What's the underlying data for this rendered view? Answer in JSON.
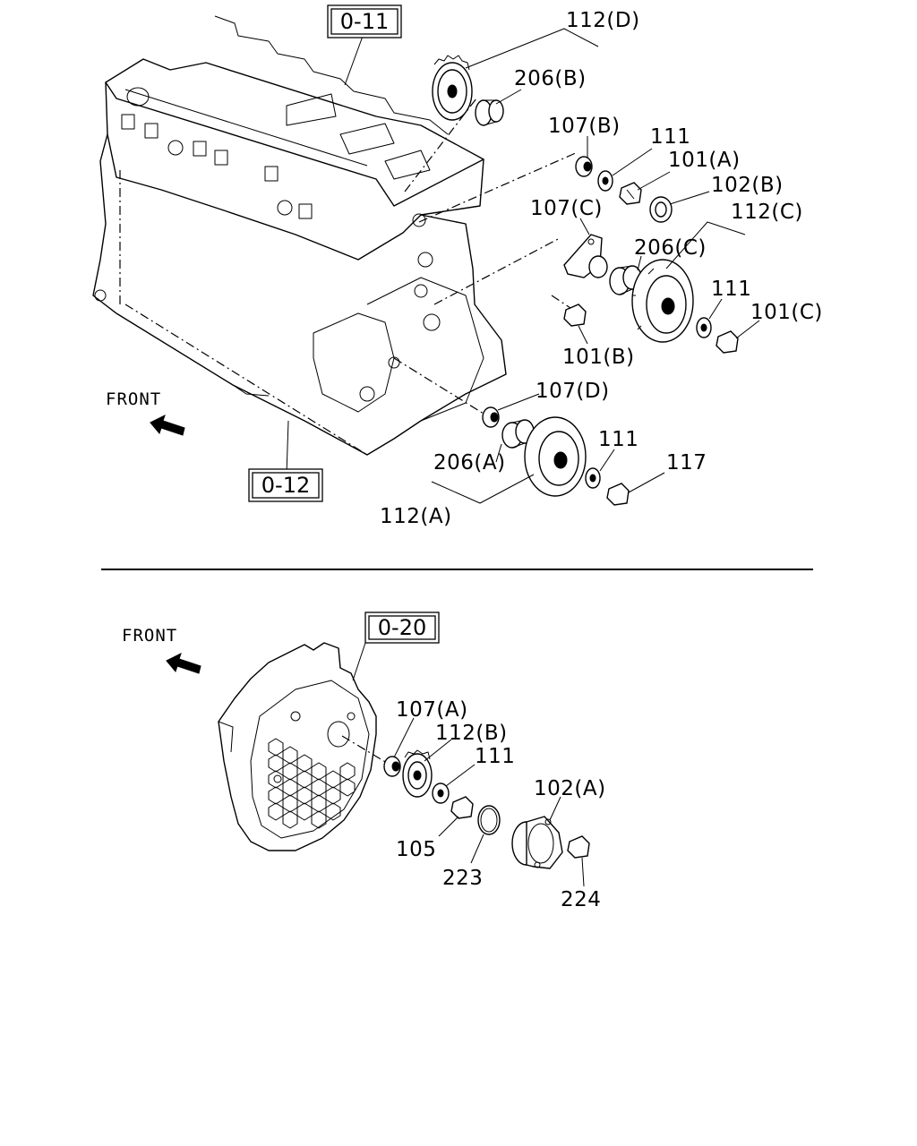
{
  "top_section": {
    "front_label": "FRONT",
    "ref_boxes": [
      "0-11",
      "0-12"
    ],
    "labels": {
      "p112D": "112(D)",
      "p206B": "206(B)",
      "p107B": "107(B)",
      "p111a": "111",
      "p101A": "101(A)",
      "p102B": "102(B)",
      "p107C": "107(C)",
      "p112C": "112(C)",
      "p206C": "206(C)",
      "p111b": "111",
      "p101C": "101(C)",
      "p101B": "101(B)",
      "p107D": "107(D)",
      "p111c": "111",
      "p117": "117",
      "p206A": "206(A)",
      "p112A": "112(A)"
    }
  },
  "bottom_section": {
    "front_label": "FRONT",
    "ref_boxes": [
      "0-20"
    ],
    "labels": {
      "p107A": "107(A)",
      "p112B": "112(B)",
      "p111": "111",
      "p102A": "102(A)",
      "p105": "105",
      "p223": "223",
      "p224": "224"
    }
  }
}
